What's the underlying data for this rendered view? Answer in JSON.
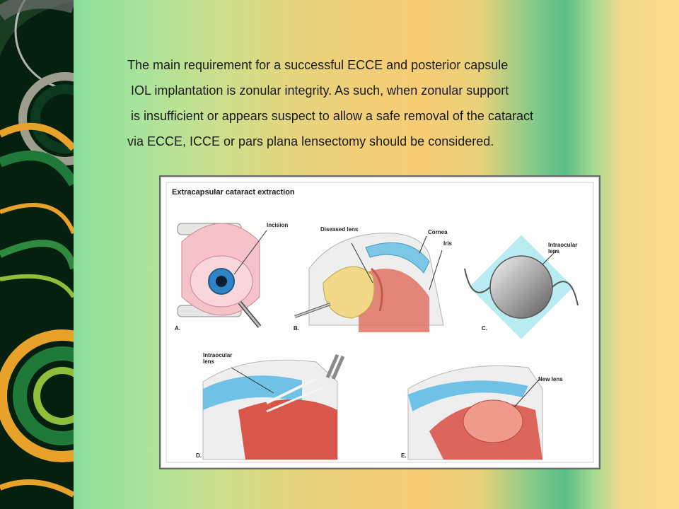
{
  "slide": {
    "paragraph_lines": [
      "The main requirement for a successful ECCE and posterior capsule",
      " IOL implantation is zonular integrity. As such, when zonular support",
      " is insufficient or appears suspect to allow a safe removal of the cataract",
      "via ECCE, ICCE or pars plana lensectomy should be considered."
    ]
  },
  "figure": {
    "title": "Extracapsular cataract extraction",
    "panels": {
      "a": {
        "letter": "A.",
        "labels": [
          "Incision"
        ]
      },
      "b": {
        "letter": "B.",
        "labels": [
          "Diseased lens",
          "Cornea",
          "Iris"
        ]
      },
      "c": {
        "letter": "C.",
        "labels": [
          "Intraocular lens"
        ]
      },
      "d": {
        "letter": "D.",
        "labels": [
          "Intraocular lens"
        ]
      },
      "e": {
        "letter": "E.",
        "labels": [
          "New lens"
        ]
      }
    }
  },
  "colors": {
    "left_band": "#06200f",
    "ring_gold": "#e8a22a",
    "ring_green": "#1f7a3a",
    "ring_grey": "#a9a9a9",
    "figure_border": "#6a6a6a"
  }
}
